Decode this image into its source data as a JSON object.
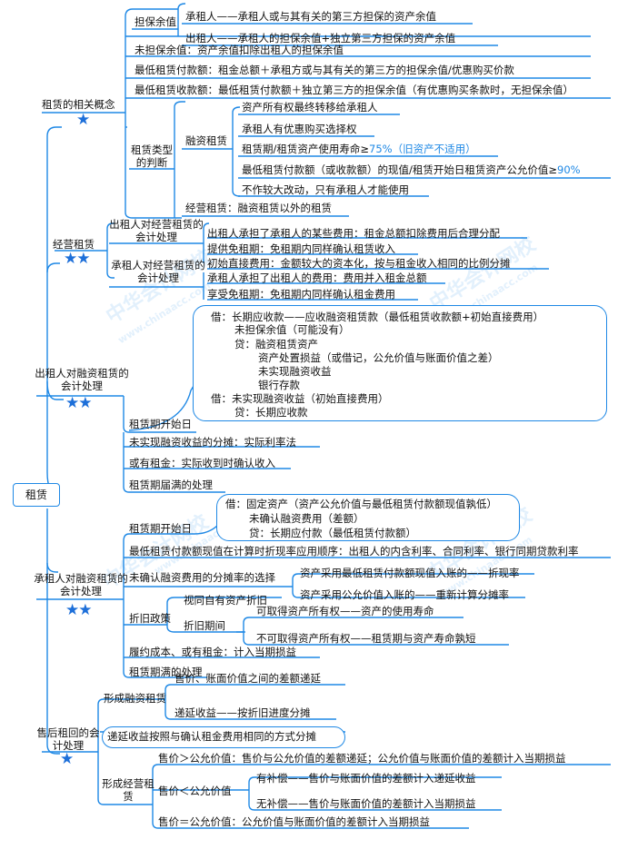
{
  "root": "租赁",
  "watermark": {
    "text": "中华会计网校",
    "url": "www.chinaacc.com"
  },
  "sections": {
    "concepts": {
      "title": "租赁的相关概念",
      "stars": "★",
      "guarantee": {
        "label": "担保余值",
        "lessee": "承租人——承租人或与其有关的第三方担保的资产余值",
        "lessor": "出租人——承租人的担保余值+独立第三方担保的资产余值"
      },
      "unguaranteed": "未担保余值：资产余值扣除出租人的担保余值",
      "min_payment": "最低租赁付款额：租金总额＋承租方或与其有关的第三方的担保余值/优惠购买价款",
      "min_receipt": "最低租赁收款额：最低租赁付款额＋独立第三方的担保余值（有优惠购买条款时，无担保余值）",
      "lease_type": {
        "label": "租赁类型的判断",
        "finance_label": "融资租赁",
        "finance_items": [
          "资产所有权最终转移给承租人",
          "承租人有优惠购买选择权",
          "租赁期/租赁资产使用寿命≥",
          "最低租赁付款额（或收款额）的现值/租赁开始日租赁资产公允价值≥",
          "不作较大改动，只有承租人才能使用"
        ],
        "finance_hi_1": "75%（旧资产不适用）",
        "finance_hi_2": "90%",
        "operating": "经营租赁：融资租赁以外的租赁"
      }
    },
    "operating": {
      "title": "经营租赁",
      "stars": "★★",
      "lessor_label": "出租人对经营租赁的会计处理",
      "lessee_label": "承租人对经营租赁的会计处理",
      "items": [
        "出租人承担了承租人的某些费用：租金总额扣除费用后合理分配",
        "提供免租期：免租期内同样确认租赁收入",
        "初始直接费用：金额较大的资本化，按与租金收入相同的比例分摊",
        "承租人承担了出租人的费用：费用并入租金总额",
        "享受免租期：免租期内同样确认租金费用"
      ]
    },
    "lessor_finance": {
      "title": "出租人对融资租赁的会计处理",
      "stars": "★★",
      "entry": [
        "借：长期应收款——应收融资租赁款（最低租赁收款额+初始直接费用）",
        "未担保余值（可能没有）",
        "贷：融资租赁资产",
        "资产处置损益（或借记，公允价值与账面价值之差）",
        "未实现融资收益",
        "银行存款",
        "借：未实现融资收益（初始直接费用）",
        "贷：长期应收款"
      ],
      "start": "租赁期开始日",
      "items": [
        "未实现融资收益的分摊：实际利率法",
        "或有租金：实际收到时确认收入",
        "租赁期届满的处理"
      ]
    },
    "lessee_finance": {
      "title": "承租人对融资租赁的会计处理",
      "stars": "★★",
      "start": "租赁期开始日",
      "entry": [
        "借：固定资产（资产公允价值与最低租赁付款额现值孰低）",
        "未确认融资费用（差额）",
        "贷：长期应付款（最低租赁付款额）"
      ],
      "discount": "最低租赁付款额现值在计算时折现率应用顺序：出租人的内含利率、合同利率、银行同期贷款利率",
      "amort_label": "未确认融资费用的分摊率的选择",
      "amort_items": [
        "资产采用最低租赁付款额现值入账的——折现率",
        "资产采用公允价值入账的——重新计算分摊率"
      ],
      "depr_label": "折旧政策",
      "depr_self": "视同自有资产折旧",
      "depr_period_label": "折旧期间",
      "depr_period_items": [
        "可取得资产所有权——资产的使用寿命",
        "不可取得资产所有权——租赁期与资产寿命孰短"
      ],
      "contingent": "履约成本、或有租金：计入当期损益",
      "end": "租赁期满的处理"
    },
    "leaseback": {
      "title": "售后租回的会计处理",
      "stars": "★",
      "finance_label": "形成融资租赁",
      "finance_items": [
        "售价、账面价值之间的差额递延",
        "递延收益——按折旧进度分摊"
      ],
      "operating_note": "递延收益按照与确认租金费用相同的方式分摊",
      "operating_label": "形成经营租赁",
      "op_gt": "售价＞公允价值：售价与公允价值的差额递延；公允价值与账面价值的差额计入当期损益",
      "op_lt_label": "售价＜公允价值",
      "op_lt_items": [
        "有补偿——售价与账面价值的差额计入递延收益",
        "无补偿——售价与账面价值的差额计入当期损益"
      ],
      "op_eq": "售价＝公允价值：公允价值与账面价值的差额计入当期损益"
    }
  },
  "colors": {
    "line": "#1e88e5",
    "star": "#1d6fd9",
    "highlight": "#1e88e5"
  }
}
